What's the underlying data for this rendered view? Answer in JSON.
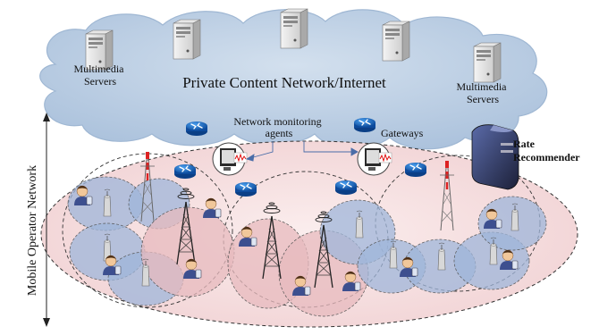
{
  "cloud": {
    "title": "Private Content Network/Internet",
    "servers_label_left": [
      "Multimedia",
      "Servers"
    ],
    "servers_label_right": [
      "Multimedia",
      "Servers"
    ]
  },
  "labels": {
    "monitoring": [
      "Network monitoring",
      "agents"
    ],
    "gateways": "Gateways",
    "recommender": [
      "Rate",
      "Recommender"
    ],
    "operator_network": "Mobile Operator Network"
  },
  "colors": {
    "cloud_fill": "#b9cde3",
    "cloud_stroke": "#9fb7d3",
    "network_fill": "#f6dede",
    "cell_blue": "#9fb5da",
    "cell_pink": "#e7b9be",
    "router": "#1a5fb4",
    "server_dark": "#2a2f4a"
  },
  "icons": {
    "router": "router-icon",
    "server": "server-icon",
    "monitor": "monitor-icon",
    "tower": "cell-tower-icon",
    "user": "mobile-user-icon",
    "recommender": "recommender-server-icon"
  }
}
